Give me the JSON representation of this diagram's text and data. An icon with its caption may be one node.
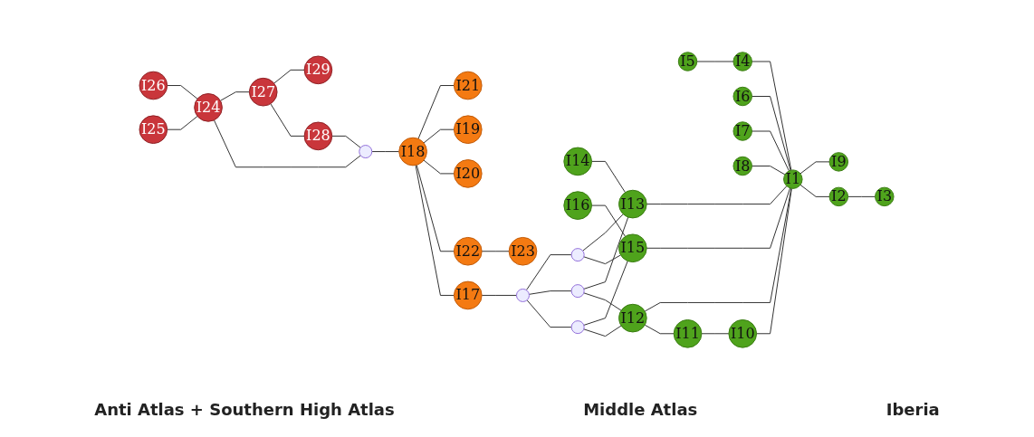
{
  "diagram": {
    "nodes": [
      {
        "text": [
          "I1"
        ]
      },
      {
        "text": [
          "I2"
        ]
      },
      {
        "text": [
          "I3"
        ]
      },
      {
        "text": [
          "I4"
        ]
      },
      {
        "text": [
          "I5"
        ]
      },
      {
        "text": [
          "I6"
        ]
      },
      {
        "text": [
          "I7"
        ]
      },
      {
        "text": [
          "I8"
        ]
      },
      {
        "text": [
          "I9"
        ]
      },
      {
        "text": [
          "I10"
        ]
      },
      {
        "text": [
          "I11"
        ]
      },
      {
        "text": [
          "I12"
        ]
      },
      {
        "text": [
          "I13"
        ]
      },
      {
        "text": [
          "I14"
        ]
      },
      {
        "text": [
          "I15"
        ]
      },
      {
        "text": [
          "I16"
        ]
      },
      {
        "text": [
          "I17"
        ]
      },
      {
        "text": [
          "I18"
        ]
      },
      {
        "text": [
          "I19"
        ]
      },
      {
        "text": [
          "I20"
        ]
      },
      {
        "text": [
          "I21"
        ]
      },
      {
        "text": [
          "I22"
        ]
      },
      {
        "text": [
          "I23"
        ]
      },
      {
        "text": [
          "I24"
        ]
      },
      {
        "text": [
          "I25"
        ]
      },
      {
        "text": [
          "I26"
        ]
      },
      {
        "text": [
          "I27"
        ]
      },
      {
        "text": [
          "I28"
        ]
      },
      {
        "text": [
          "I29"
        ]
      },
      {
        "text": [],
        "shape": "circle"
      },
      {
        "text": [],
        "shape": "circle"
      },
      {
        "text": [],
        "shape": "circle"
      },
      {
        "text": [],
        "shape": "circle"
      },
      {
        "text": [],
        "shape": "circle"
      }
    ],
    "edges": [
      {
        "from": 25,
        "to": 23,
        "arrow": "none"
      },
      {
        "from": 24,
        "to": 23,
        "arrow": "none"
      },
      {
        "from": 23,
        "to": 26,
        "arrow": "none"
      },
      {
        "from": 26,
        "to": 28,
        "arrow": "none"
      },
      {
        "from": 26,
        "to": 27,
        "arrow": "none"
      },
      {
        "from": 23,
        "to": 29,
        "arrow": "none"
      },
      {
        "from": 27,
        "to": 29,
        "arrow": "none"
      },
      {
        "from": 29,
        "to": 17,
        "arrow": "none"
      },
      {
        "from": 17,
        "to": 20,
        "arrow": "none"
      },
      {
        "from": 17,
        "to": 18,
        "arrow": "none"
      },
      {
        "from": 17,
        "to": 19,
        "arrow": "none"
      },
      {
        "from": 17,
        "to": 21,
        "arrow": "none"
      },
      {
        "from": 21,
        "to": 22,
        "arrow": "none"
      },
      {
        "from": 17,
        "to": 16,
        "arrow": "none"
      },
      {
        "from": 16,
        "to": 30,
        "arrow": "none"
      },
      {
        "from": 30,
        "to": 31,
        "arrow": "none"
      },
      {
        "from": 30,
        "to": 32,
        "arrow": "none"
      },
      {
        "from": 30,
        "to": 33,
        "arrow": "none"
      },
      {
        "from": 31,
        "to": 12,
        "arrow": "none"
      },
      {
        "from": 31,
        "to": 14,
        "arrow": "none"
      },
      {
        "from": 32,
        "to": 12,
        "arrow": "none"
      },
      {
        "from": 32,
        "to": 11,
        "arrow": "none"
      },
      {
        "from": 33,
        "to": 14,
        "arrow": "none"
      },
      {
        "from": 33,
        "to": 11,
        "arrow": "none"
      },
      {
        "from": 15,
        "to": 14,
        "arrow": "none"
      },
      {
        "from": 13,
        "to": 12,
        "arrow": "none"
      },
      {
        "from": 12,
        "to": 0,
        "arrow": "none"
      },
      {
        "from": 14,
        "to": 0,
        "arrow": "none"
      },
      {
        "from": 11,
        "to": 0,
        "arrow": "none"
      },
      {
        "from": 11,
        "to": 10,
        "arrow": "none"
      },
      {
        "from": 10,
        "to": 9,
        "arrow": "none"
      },
      {
        "from": 9,
        "to": 0,
        "arrow": "none"
      },
      {
        "from": 4,
        "to": 3,
        "arrow": "none"
      },
      {
        "from": 3,
        "to": 0,
        "arrow": "none"
      },
      {
        "from": 7,
        "to": 0,
        "arrow": "none"
      },
      {
        "from": 6,
        "to": 0,
        "arrow": "none"
      },
      {
        "from": 5,
        "to": 0,
        "arrow": "none"
      },
      {
        "from": 0,
        "to": 8,
        "arrow": "none"
      },
      {
        "from": 0,
        "to": 1,
        "arrow": "none"
      },
      {
        "from": 1,
        "to": 2,
        "arrow": "none"
      }
    ],
    "labels": [
      "Anti Atlas + Southern High Atlas",
      "Middle Atlas",
      "Iberia"
    ]
  }
}
